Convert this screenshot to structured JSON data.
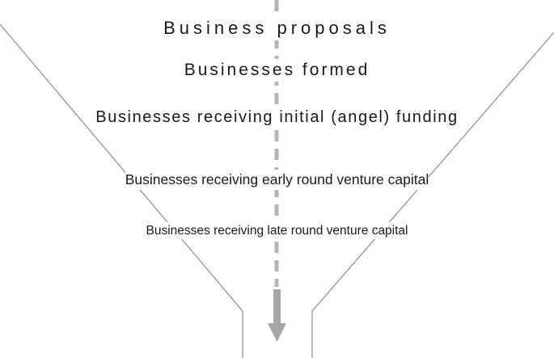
{
  "stages": [
    {
      "lines": [
        "Business proposals"
      ]
    },
    {
      "lines": [
        "Businesses formed"
      ]
    },
    {
      "lines": [
        "Businesses receiving",
        "initial (angel) funding"
      ]
    },
    {
      "lines": [
        "Businesses receiving early",
        "round venture capital"
      ]
    },
    {
      "lines": [
        "Businesses receiving late",
        "round venture",
        "capital"
      ]
    }
  ],
  "colors": {
    "funnel_outline": "#8c8c8c",
    "center_dash": "#b5b5b5",
    "arrow": "#a6a6a6",
    "text": "#1a1a1a"
  }
}
